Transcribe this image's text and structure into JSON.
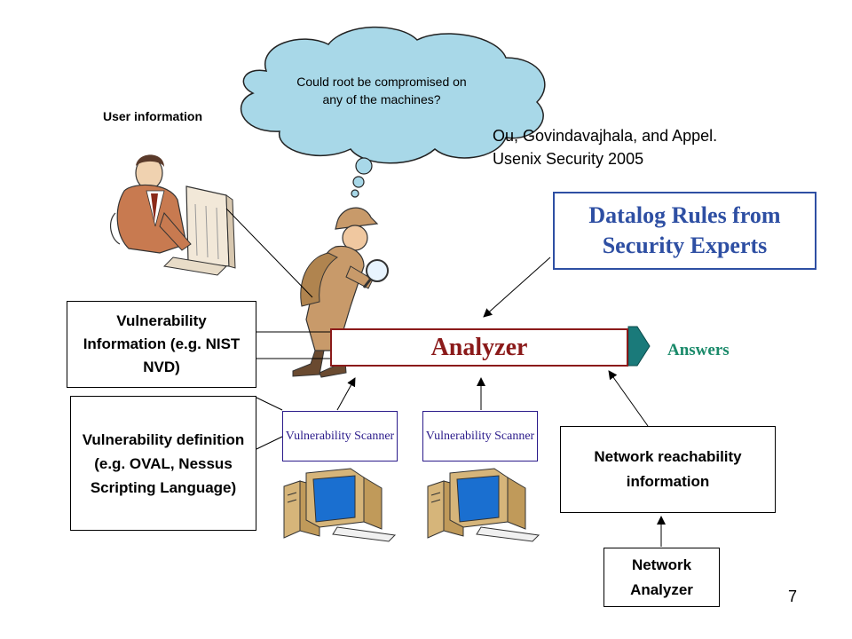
{
  "thought_bubble": {
    "text": "Could root be compromised on any of the machines?"
  },
  "user_info_label": "User information",
  "citation": {
    "line1": "Ou, Govindavajhala, and Appel.",
    "line2": "Usenix Security 2005"
  },
  "datalog_box": {
    "line1": "Datalog Rules from",
    "line2": "Security Experts"
  },
  "vuln_info_box": {
    "text": "Vulnerability Information  (e.g. NIST NVD)"
  },
  "vuln_def_box": {
    "text": "Vulnerability definition (e.g. OVAL, Nessus Scripting Language)"
  },
  "analyzer_box": {
    "label": "Analyzer"
  },
  "answers_label": "Answers",
  "scanners": [
    {
      "label": "Vulnerability Scanner"
    },
    {
      "label": "Vulnerability Scanner"
    }
  ],
  "network_reach_box": {
    "text": "Network reachability information"
  },
  "network_analyzer_box": {
    "text": "Network Analyzer"
  },
  "page_number": "7",
  "colors": {
    "datalog_border": "#2e4fa3",
    "datalog_text": "#2e4fa3",
    "analyzer_border": "#8b1a1a",
    "analyzer_text": "#8b1a1a",
    "answers_arrow": "#1a7a7a",
    "answers_text": "#1a8a6a",
    "cloud_fill": "#a8d8e8",
    "scanner_border": "#2a1a8a",
    "monitor_screen": "#1a6fd0",
    "monitor_case": "#d6b57a"
  }
}
